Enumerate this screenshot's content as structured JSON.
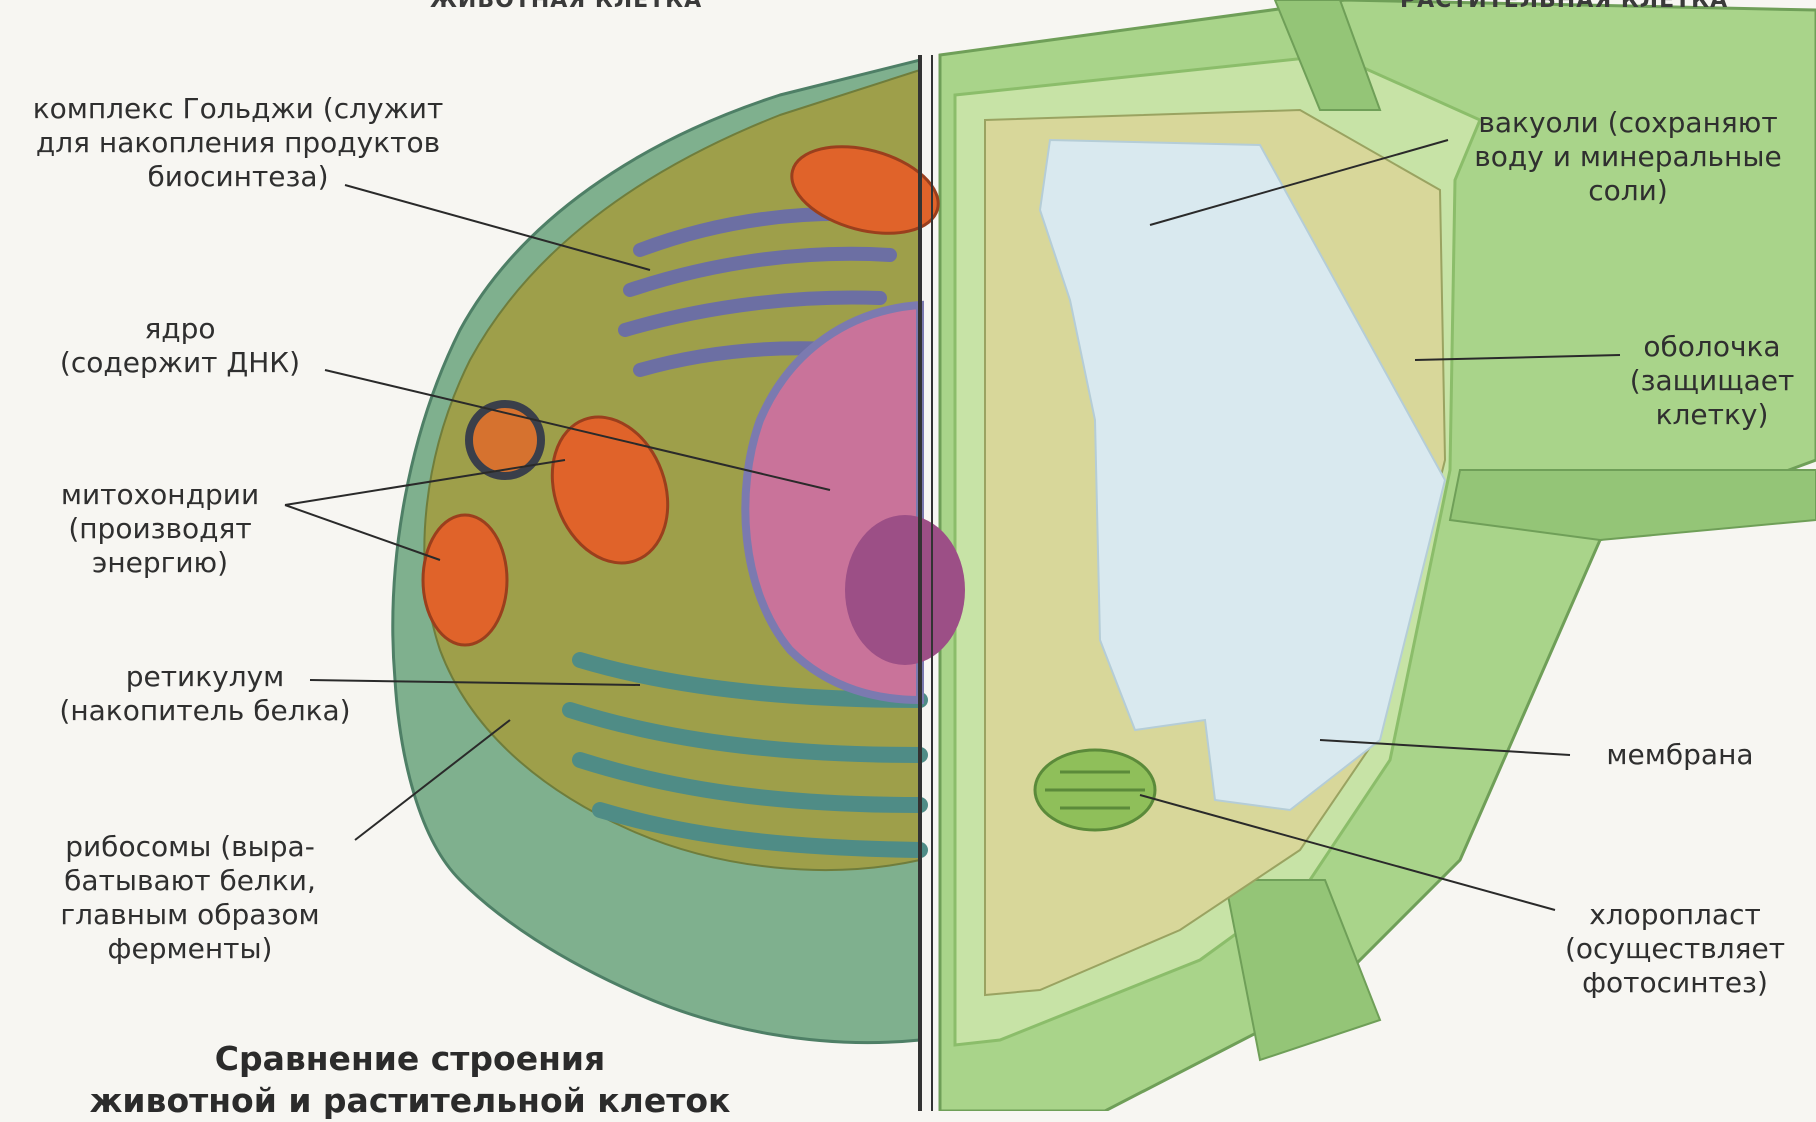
{
  "headings": {
    "animal_cell": "ЖИВОТНАЯ КЛЕТКА",
    "plant_cell": "РАСТИТЕЛЬНАЯ КЛЕТКА"
  },
  "caption": {
    "line1": "Сравнение строения",
    "line2": "животной и растительной клеток"
  },
  "animal_labels": {
    "golgi": [
      "комплекс Гольджи (служит",
      "для накопления продуктов",
      "биосинтеза)"
    ],
    "nucleus": [
      "ядро",
      "(содержит ДНК)"
    ],
    "mitochondria": [
      "митохондрии",
      "(производят",
      "энергию)"
    ],
    "reticulum": [
      "ретикулум",
      "(накопитель белка)"
    ],
    "ribosomes": [
      "рибосомы (выра-",
      "батывают белки,",
      "главным образом",
      "ферменты)"
    ]
  },
  "plant_labels": {
    "vacuoles": [
      "вакуоли (сохраняют",
      "воду и минеральные",
      "соли)"
    ],
    "wall": [
      "оболочка",
      "(защищает",
      "клетку)"
    ],
    "membrane": [
      "мембрана"
    ],
    "chloroplast": [
      "хлоропласт",
      "(осуществляет",
      "фотосинтез)"
    ]
  },
  "colors": {
    "animal_cytoplasm": "#9e9f4a",
    "animal_membrane": "#7fb08e",
    "nucleus": "#c9739a",
    "nucleolus": "#9c4f86",
    "mitochondria": "#e0632a",
    "golgi": "#6c6fa3",
    "reticulum": "#4f8c86",
    "plant_wall": "#a9d48a",
    "plant_vacuole": "#d9e9ef",
    "chloroplast": "#8fbf5a",
    "divider": "#333333"
  }
}
